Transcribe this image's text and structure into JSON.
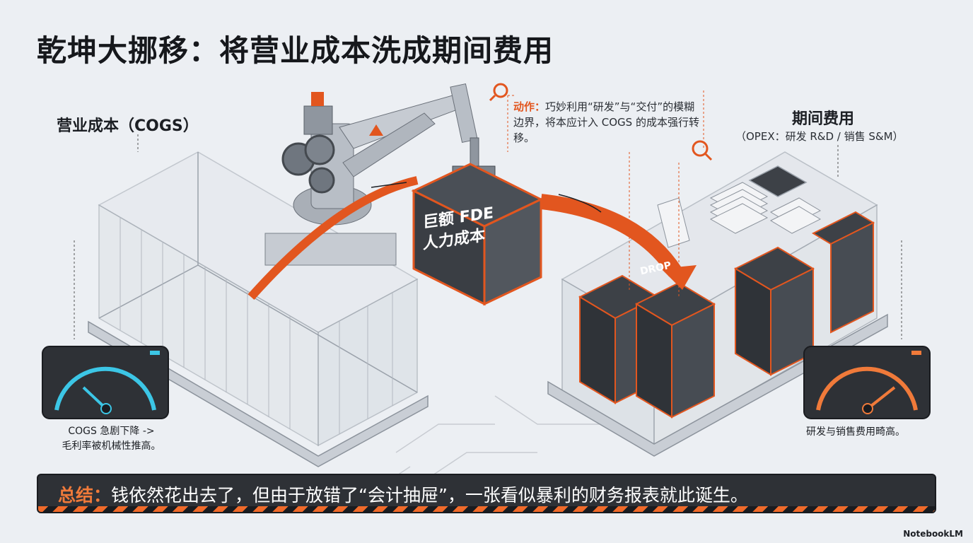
{
  "title": "乾坤大挪移：将营业成本洗成期间费用",
  "left_container": {
    "label": "营业成本（COGS）"
  },
  "right_container": {
    "label": "期间费用",
    "sublabel": "（OPEX：研发 R&D / 销售 S&M）"
  },
  "action": {
    "prefix": "动作：",
    "text": "巧妙利用“研发”与“交付”的模糊边界，将本应计入 COGS 的成本强行转移。"
  },
  "box": {
    "line1": "巨额 FDE",
    "line2": "人力成本"
  },
  "drop_label": "DROP",
  "gauge_left": {
    "caption_line1": "COGS 急剧下降 ->",
    "caption_line2": "毛利率被机械性推高。"
  },
  "gauge_right": {
    "caption": "研发与销售费用畸高。"
  },
  "summary": {
    "prefix": "总结：",
    "text": "钱依然花出去了，但由于放错了“会计抽屉”，一张看似暴利的财务报表就此诞生。"
  },
  "brand": "NotebookLM",
  "colors": {
    "accent": "#e2561f",
    "dark": "#2e3136",
    "gauge_left": "#3cc6e6",
    "gauge_right": "#f07a3a"
  }
}
